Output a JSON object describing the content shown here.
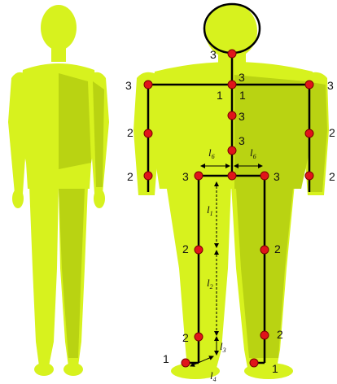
{
  "diagram": {
    "body_color": "#d7f21e",
    "body_shade": "#b9d312",
    "skeleton_color": "#000000",
    "joint_color": "#e0141a",
    "joint_labels": {
      "head": "3",
      "shoulder_left": "3",
      "shoulder_right": "3",
      "neck_left": "1",
      "neck_right": "1",
      "neck_top": "3",
      "spine_upper": "3",
      "spine_lower": "3",
      "elbow_left": "2",
      "elbow_right": "2",
      "wrist_left": "2",
      "wrist_right": "2",
      "hip_left": "3",
      "hip_right": "3",
      "knee_left": "2",
      "knee_right": "2",
      "ankle_left": "2",
      "ankle_right": "2",
      "toe_left": "1",
      "toe_right": "1"
    },
    "length_labels": {
      "pelvis_left": {
        "main": "l",
        "sub": "6"
      },
      "pelvis_right": {
        "main": "l",
        "sub": "6"
      },
      "thigh": {
        "main": "l",
        "sub": "1"
      },
      "shank": {
        "main": "l",
        "sub": "2"
      },
      "foot_vertical": {
        "main": "l",
        "sub": "3"
      },
      "foot_diagonal": {
        "main": "l",
        "sub": "4"
      }
    }
  }
}
